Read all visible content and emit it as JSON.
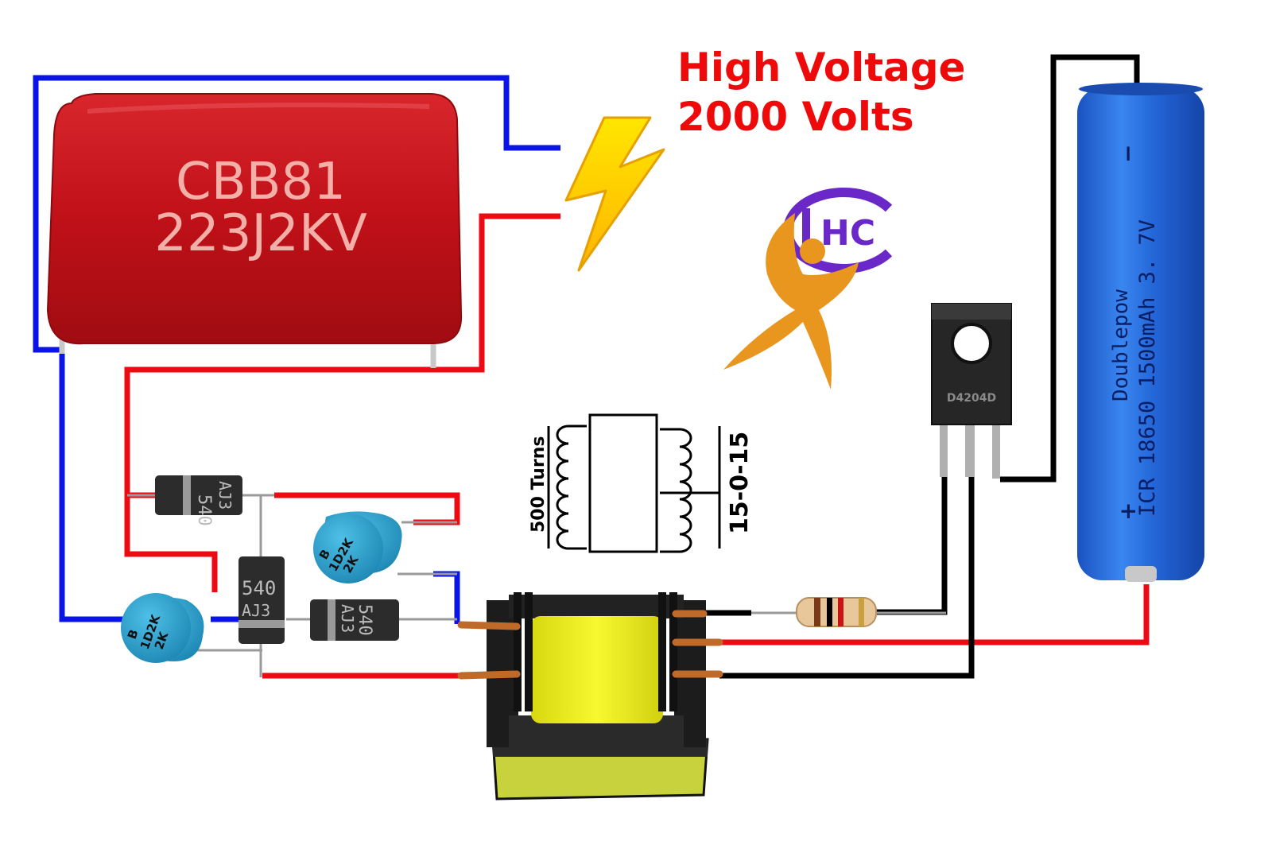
{
  "title": {
    "line1": "High Voltage",
    "line2": "2000 Volts"
  },
  "capacitor": {
    "line1": "CBB81",
    "line2": "223J2KV"
  },
  "ceramic_caps": [
    {
      "line1": "B",
      "line2": "1D2K",
      "line3": "2K"
    },
    {
      "line1": "B",
      "line2": "1D2K",
      "line3": "2K"
    }
  ],
  "diodes": [
    {
      "line1": "540",
      "line2": "AJ3"
    },
    {
      "line1": "540",
      "line2": "AJ3"
    },
    {
      "line1": "540",
      "line2": "AJ3"
    }
  ],
  "transformer_symbol": {
    "primary_label": "500 Turns",
    "secondary_label": "15-0-15"
  },
  "transistor": {
    "label": "D4204D"
  },
  "battery": {
    "brand": "Doublepow",
    "spec": "ICR 18650 1500mAh 3. 7V",
    "minus": "−",
    "plus": "+"
  },
  "logo": {
    "text": "HC"
  },
  "colors": {
    "wire_blue": "#0a14e6",
    "wire_red": "#ee0a12",
    "wire_black": "#000000",
    "title_red": "#ee0a0a",
    "capacitor_red": "#c8141c",
    "ceramic_blue": "#2aa0c8",
    "coil_yellow": "#f0f01e",
    "battery_blue": "#1e64d8",
    "logo_orange": "#e8961e",
    "logo_purple": "#6a28c8"
  },
  "icons": [
    "lightning-bolt-icon",
    "hc-logo-icon"
  ]
}
